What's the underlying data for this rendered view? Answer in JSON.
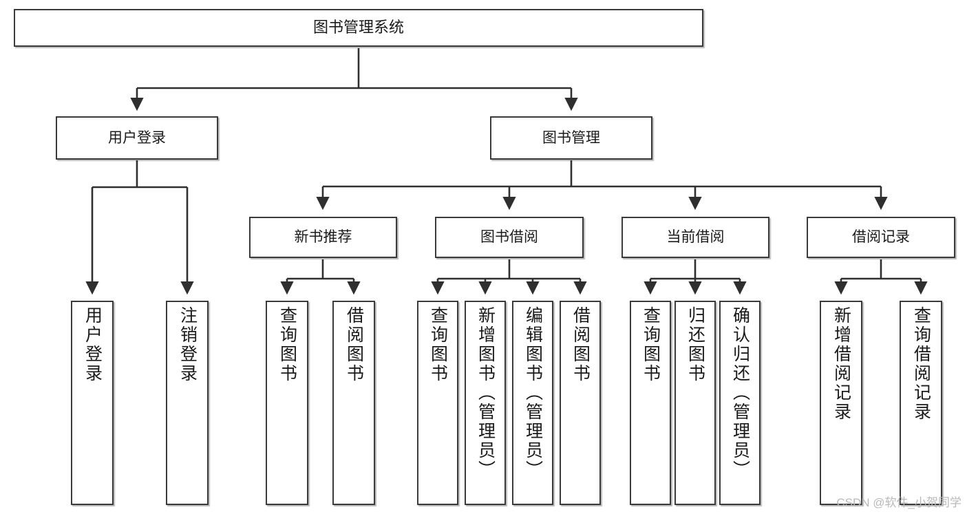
{
  "diagram": {
    "type": "tree",
    "title": "图书管理系统",
    "watermark": "CSDN @软件_小贺同学",
    "colors": {
      "box_border": "#3a3a3a",
      "box_fill": "#ffffff",
      "edge": "#2f2f2f",
      "text": "#1a1a1a",
      "watermark": "#b9b9b9"
    },
    "nodes": {
      "root": {
        "label": "图书管理系统"
      },
      "level2": [
        {
          "label": "用户登录"
        },
        {
          "label": "图书管理"
        }
      ],
      "level3": [
        {
          "label": "新书推荐"
        },
        {
          "label": "图书借阅"
        },
        {
          "label": "当前借阅"
        },
        {
          "label": "借阅记录"
        }
      ],
      "leaves": {
        "user_login": [
          {
            "label": "用户登录"
          },
          {
            "label": "注销登录"
          }
        ],
        "new_book": [
          {
            "label": "查询图书"
          },
          {
            "label": "借阅图书"
          }
        ],
        "book_borrow": [
          {
            "label": "查询图书"
          },
          {
            "label": "新增图书（管理员）"
          },
          {
            "label": "编辑图书（管理员）"
          },
          {
            "label": "借阅图书"
          }
        ],
        "current_borrow": [
          {
            "label": "查询图书"
          },
          {
            "label": "归还图书"
          },
          {
            "label": "确认归还（管理员）"
          }
        ],
        "borrow_record": [
          {
            "label": "新增借阅记录"
          },
          {
            "label": "查询借阅记录"
          }
        ]
      }
    }
  }
}
